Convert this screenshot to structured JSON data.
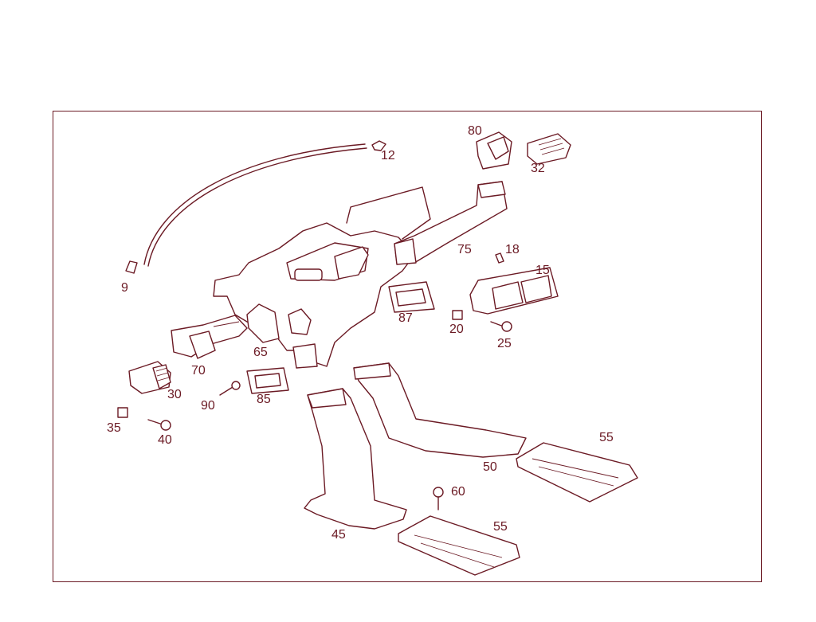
{
  "diagram": {
    "callouts": {
      "c9": "9",
      "c12": "12",
      "c15": "15",
      "c18": "18",
      "c20": "20",
      "c25": "25",
      "c30": "30",
      "c32": "32",
      "c35": "35",
      "c40": "40",
      "c45": "45",
      "c50": "50",
      "c55a": "55",
      "c55b": "55",
      "c60": "60",
      "c65": "65",
      "c70": "70",
      "c75": "75",
      "c80": "80",
      "c85": "85",
      "c87": "87",
      "c90": "90"
    },
    "line_color": "#6b1a24"
  }
}
